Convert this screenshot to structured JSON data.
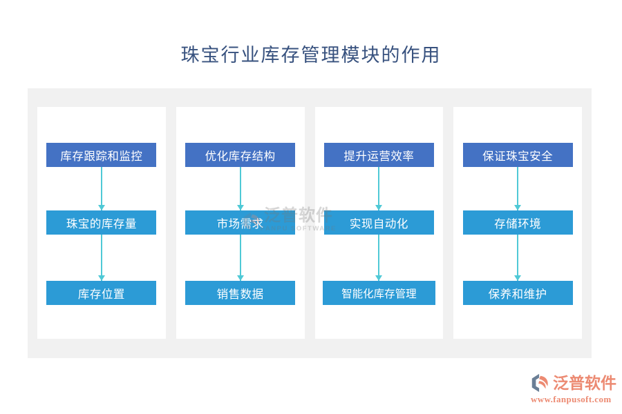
{
  "page": {
    "title": "珠宝行业库存管理模块的作用",
    "background_color": "#ffffff",
    "panel_color": "#f1f1f1",
    "card_color": "#ffffff"
  },
  "colors": {
    "title_text": "#37517e",
    "node_primary": "#4472c4",
    "node_secondary": "#2c9bd6",
    "arrow": "#4fc9d6",
    "brand_orange": "#ec8a72",
    "watermark_gray": "#787878"
  },
  "diagram": {
    "type": "flowchart",
    "columns": [
      {
        "id": "column-1",
        "nodes": [
          {
            "label": "库存跟踪和监控",
            "style": "primary"
          },
          {
            "label": "珠宝的库存量",
            "style": "secondary"
          },
          {
            "label": "库存位置",
            "style": "secondary"
          }
        ]
      },
      {
        "id": "column-2",
        "nodes": [
          {
            "label": "优化库存结构",
            "style": "primary"
          },
          {
            "label": "市场需求",
            "style": "secondary"
          },
          {
            "label": "销售数据",
            "style": "secondary"
          }
        ]
      },
      {
        "id": "column-3",
        "nodes": [
          {
            "label": "提升运营效率",
            "style": "primary"
          },
          {
            "label": "实现自动化",
            "style": "secondary"
          },
          {
            "label": "智能化库存管理",
            "style": "secondary"
          }
        ]
      },
      {
        "id": "column-4",
        "nodes": [
          {
            "label": "保证珠宝安全",
            "style": "primary"
          },
          {
            "label": "存储环境",
            "style": "secondary"
          },
          {
            "label": "保养和维护",
            "style": "secondary"
          }
        ]
      }
    ]
  },
  "watermark": {
    "cn": "泛普软件",
    "en": "FANPU SOFTWARE",
    "icon": "fanpu-logo-mark-icon"
  },
  "brand": {
    "name": "泛普软件",
    "url": "www.fanpusoft.com",
    "icon": "fanpu-logo-mark-icon"
  }
}
